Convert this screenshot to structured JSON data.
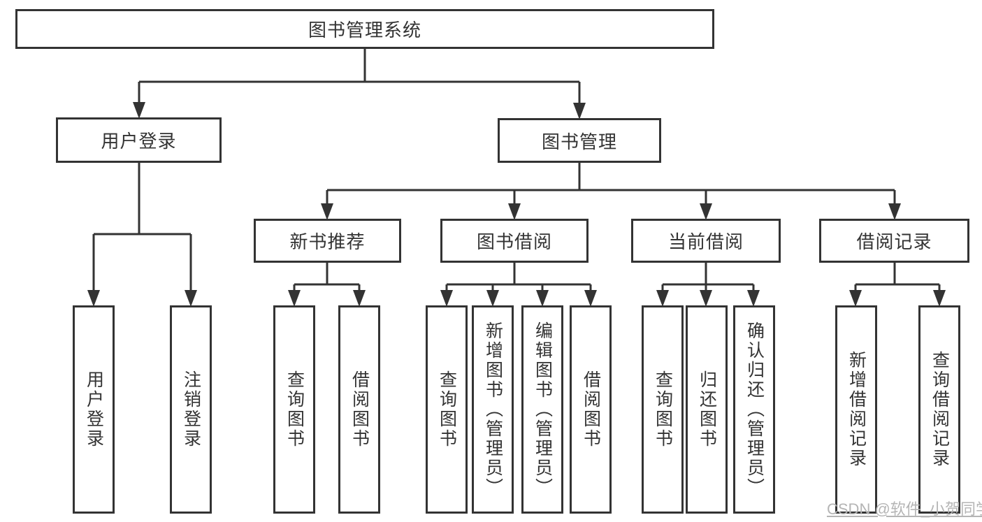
{
  "tree": {
    "root": "图书管理系统",
    "branches": [
      {
        "label": "用户登录",
        "children": [
          "用户登录",
          "注销登录"
        ]
      },
      {
        "label": "图书管理",
        "sections": [
          {
            "label": "新书推荐",
            "children": [
              "查询图书",
              "借阅图书"
            ]
          },
          {
            "label": "图书借阅",
            "children": [
              "查询图书",
              "新增图书（管理员）",
              "编辑图书（管理员）",
              "借阅图书"
            ]
          },
          {
            "label": "当前借阅",
            "children": [
              "查询图书",
              "归还图书",
              "确认归还（管理员）"
            ]
          },
          {
            "label": "借阅记录",
            "children": [
              "新增借阅记录",
              "查询借阅记录"
            ]
          }
        ]
      }
    ]
  },
  "watermark": {
    "text": "CSDN @软件_小贺同学"
  },
  "colors": {
    "line": "#333333",
    "box_border": "#333333",
    "box_fill": "#ffffff",
    "text": "#333333",
    "watermark": "#b5b5b5"
  }
}
